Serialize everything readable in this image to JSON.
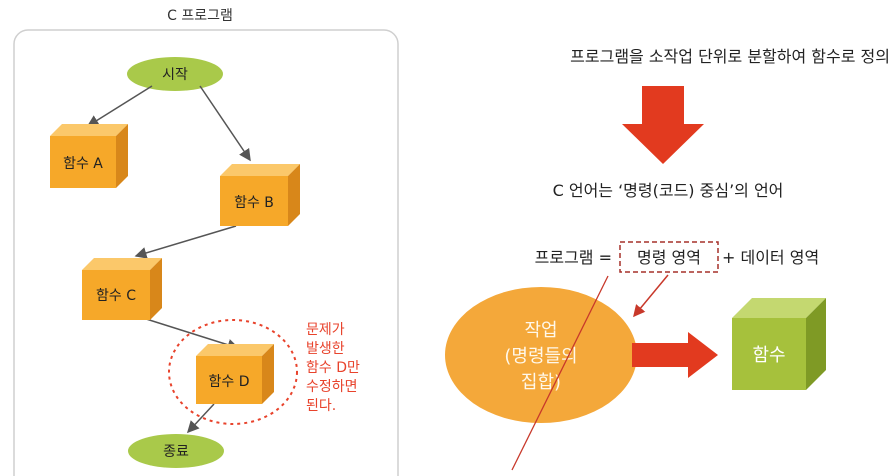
{
  "left_panel": {
    "title": "C 프로그램",
    "start": "시작",
    "func_a": "함수 A",
    "func_b": "함수 B",
    "func_c": "함수 C",
    "func_d": "함수 D",
    "end": "종료",
    "note_lines": [
      "문제가",
      "발생한",
      "함수 D만",
      "수정하면",
      "된다."
    ]
  },
  "right_panel": {
    "heading": "프로그램을 소작업 단위로 분할하여 함수로 정의",
    "subheading": "C 언어는 ‘명령(코드) 중심’의 언어",
    "equation_prefix": "프로그램 =",
    "equation_highlight": "명령 영역",
    "equation_suffix": "+ 데이터 영역",
    "ellipse_lines": [
      "작업",
      "(명령들의",
      "집합)"
    ],
    "function_box": "함수"
  },
  "colors": {
    "cube_front": "#f6a829",
    "cube_top": "#fbc86a",
    "cube_side": "#d8871a",
    "oval_green": "#a9c94a",
    "note_red": "#e8432c",
    "big_arrow_red": "#e23a1f",
    "orange_ellipse": "#f4a83a",
    "green_cube": "#a6c13c"
  }
}
